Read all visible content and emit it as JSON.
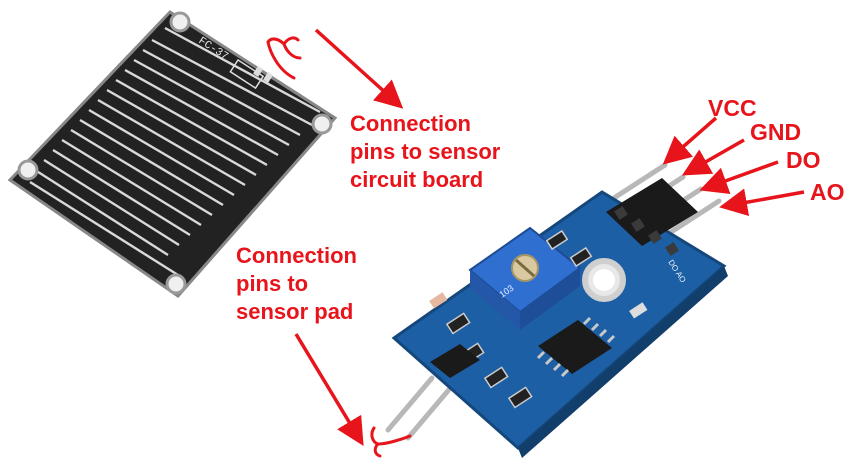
{
  "sensor_pad": {
    "model": "FC-37"
  },
  "board": {
    "pin_silk": "DO\nAO",
    "pot_text": "103"
  },
  "labels": {
    "board_pins": [
      "Connection",
      "pins to sensor",
      "circuit board"
    ],
    "pad_pins": [
      "Connection",
      "pins to",
      "sensor pad"
    ],
    "vcc": "VCC",
    "gnd": "GND",
    "do": "DO",
    "ao": "AO"
  },
  "colors": {
    "annotation": "#e8141b",
    "pcb": "#1c5fa5",
    "pad": "#222222",
    "trace": "#d9d9d9",
    "pot": "#2f6fd0"
  }
}
